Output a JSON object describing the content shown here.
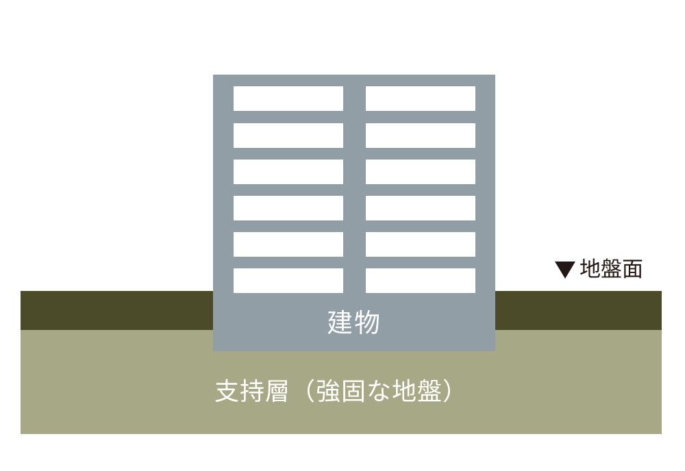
{
  "diagram": {
    "building_label": "建物",
    "bearing_layer_label": "支持層（強固な地盤）",
    "ground_level_label": "地盤面",
    "ground_level_icon": "down-triangle-icon",
    "window_rows": 6,
    "window_columns": 2
  },
  "colors": {
    "building": "#919ea5",
    "surface_soil": "#4b4b29",
    "bearing_layer": "#a7a886",
    "window": "#ffffff",
    "label_dark": "#231815",
    "label_light": "#ffffff"
  }
}
